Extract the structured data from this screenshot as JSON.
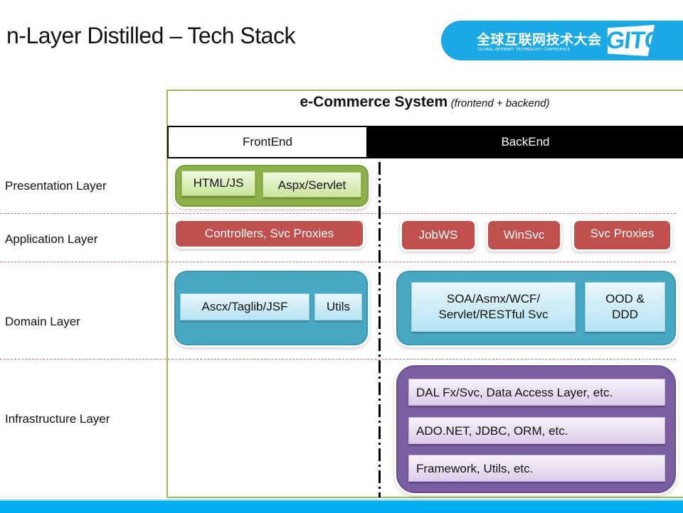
{
  "slide": {
    "title": "n-Layer Distilled – Tech Stack"
  },
  "logo": {
    "chinese_text": "全球互联网技术大会",
    "english_text": "GLOBAL INTERNET TECHNOLOGY CONFERENCE",
    "mark": "GITC",
    "color": "#1ba9e6"
  },
  "system": {
    "title": "e-Commerce System",
    "subtitle": "(frontend + backend)",
    "columns": {
      "frontend": "FrontEnd",
      "backend": "BackEnd"
    }
  },
  "layers": [
    {
      "label": "Presentation Layer"
    },
    {
      "label": "Application Layer"
    },
    {
      "label": "Domain Layer"
    },
    {
      "label": "Infrastructure Layer"
    }
  ],
  "presentation": {
    "frontend": [
      "HTML/JS",
      "Aspx/Servlet"
    ],
    "color": "#8db14a"
  },
  "application": {
    "frontend": [
      "Controllers, Svc Proxies"
    ],
    "backend": [
      "JobWS",
      "WinSvc",
      "Svc Proxies"
    ],
    "color": "#c0504d"
  },
  "domain": {
    "frontend": [
      "Ascx/Taglib/JSF",
      "Utils"
    ],
    "backend": [
      {
        "line1": "SOA/Asmx/WCF/",
        "line2": "Servlet/RESTful Svc"
      },
      {
        "line1": "OOD &",
        "line2": "DDD"
      }
    ],
    "color": "#48a9c5"
  },
  "infrastructure": {
    "backend": [
      "DAL Fx/Svc, Data Access Layer, etc.",
      "ADO.NET, JDBC, ORM, etc.",
      "Framework, Utils, etc."
    ],
    "color": "#7c5fa3"
  },
  "colors": {
    "system_border": "#9bbb59",
    "footer": "#00aeef",
    "divider": "#c0504d"
  }
}
